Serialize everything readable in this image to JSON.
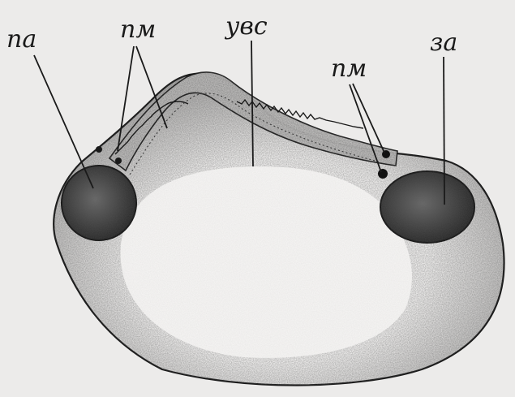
{
  "figure": {
    "labels": {
      "la": "па",
      "pm_left": "пм",
      "uvs": "увс",
      "pm_right": "пм",
      "za": "за"
    },
    "colors": {
      "background": "#ecebea",
      "ink": "#1a1a1a",
      "yolk": "#f1f0ef",
      "stipple": "#2a2a2a",
      "hole_fill": "#3a3a3a"
    }
  }
}
